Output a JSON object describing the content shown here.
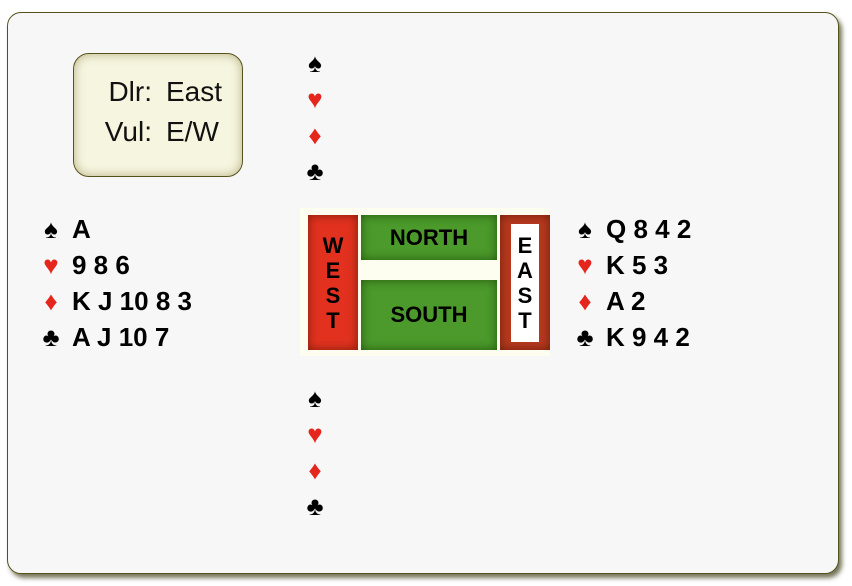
{
  "info": {
    "dealer_label": "Dlr:",
    "dealer": "East",
    "vul_label": "Vul:",
    "vul": "E/W"
  },
  "suits": {
    "spades": "♠",
    "hearts": "♥",
    "diamonds": "♦",
    "clubs": "♣"
  },
  "compass": {
    "north": "NORTH",
    "south": "SOUTH",
    "west": [
      "W",
      "E",
      "S",
      "T"
    ],
    "east": [
      "E",
      "A",
      "S",
      "T"
    ]
  },
  "hands": {
    "north": {
      "spades": "",
      "hearts": "",
      "diamonds": "",
      "clubs": ""
    },
    "south": {
      "spades": "",
      "hearts": "",
      "diamonds": "",
      "clubs": ""
    },
    "west": {
      "spades": "A",
      "hearts": "9 8 6",
      "diamonds": "K J 10 8 3",
      "clubs": "A J 10 7"
    },
    "east": {
      "spades": "Q 8 4 2",
      "hearts": "K 5 3",
      "diamonds": "A 2",
      "clubs": "K 9 4 2"
    }
  },
  "colors": {
    "red": "#e5261d",
    "west": "#e2321f",
    "east": "#b6391f",
    "green": "#4b9a2b"
  }
}
